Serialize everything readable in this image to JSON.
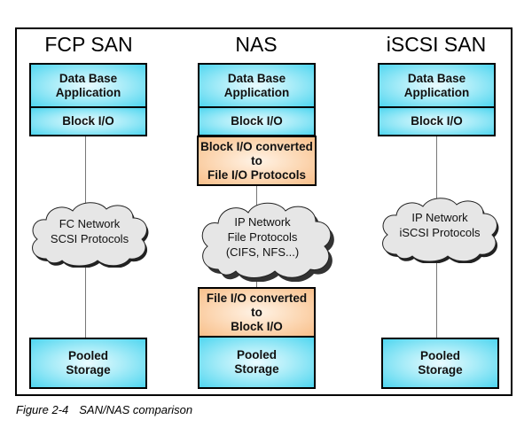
{
  "diagram": {
    "columns": [
      {
        "id": "fcp-san",
        "title": "FCP SAN",
        "app_box": "Data Base\nApplication",
        "block_io": "Block I/O",
        "network": "FC Network\nSCSI Protocols",
        "storage": "Pooled\nStorage"
      },
      {
        "id": "nas",
        "title": "NAS",
        "app_box": "Data Base\nApplication",
        "block_io": "Block I/O",
        "converter_top": "Block I/O converted\nto\nFile I/O Protocols",
        "network": "IP Network\nFile Protocols\n(CIFS, NFS...)",
        "converter_bottom": "File I/O converted\nto\nBlock I/O",
        "storage": "Pooled\nStorage"
      },
      {
        "id": "iscsi-san",
        "title": "iSCSI SAN",
        "app_box": "Data Base\nApplication",
        "block_io": "Block I/O",
        "network": "IP Network\niSCSI Protocols",
        "storage": "Pooled\nStorage"
      }
    ],
    "colors": {
      "app_fill": "#4fd6f0",
      "converter_fill": "#f8bf8a",
      "cloud_fill": "#e6e6e6",
      "border": "#000000"
    }
  },
  "caption": {
    "number": "Figure 2-4",
    "text": "SAN/NAS comparison"
  }
}
